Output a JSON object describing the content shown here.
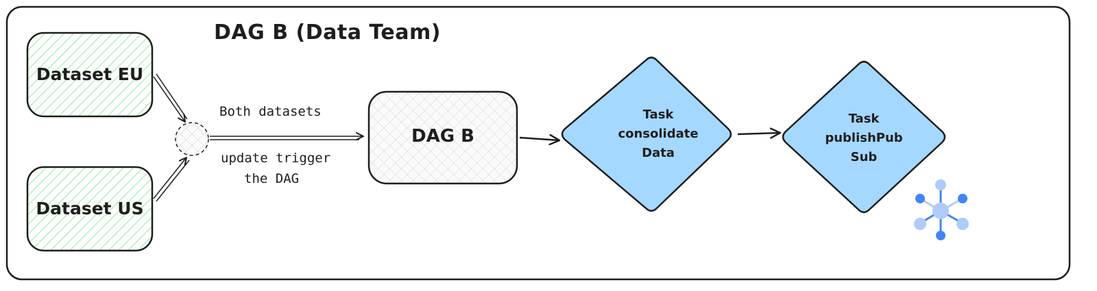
{
  "diagram": {
    "title": "DAG B (Data Team)",
    "datasets": {
      "eu": "Dataset EU",
      "us": "Dataset US"
    },
    "annotation": {
      "line1": "Both datasets",
      "line2": "update trigger",
      "line3": "the DAG"
    },
    "dag": {
      "label": "DAG B"
    },
    "tasks": [
      {
        "lines": [
          "Task",
          "consolidate",
          "Data"
        ]
      },
      {
        "lines": [
          "Task",
          "publishPub",
          "Sub"
        ]
      }
    ],
    "logo_icon": "pubsub-network-icon",
    "colors": {
      "stroke": "#1e1e1e",
      "dataset_hatch": "#b2f2bb",
      "task_fill": "#a5d8ff",
      "logo_blue": "#4285f4",
      "logo_light": "#aecbfa"
    }
  }
}
